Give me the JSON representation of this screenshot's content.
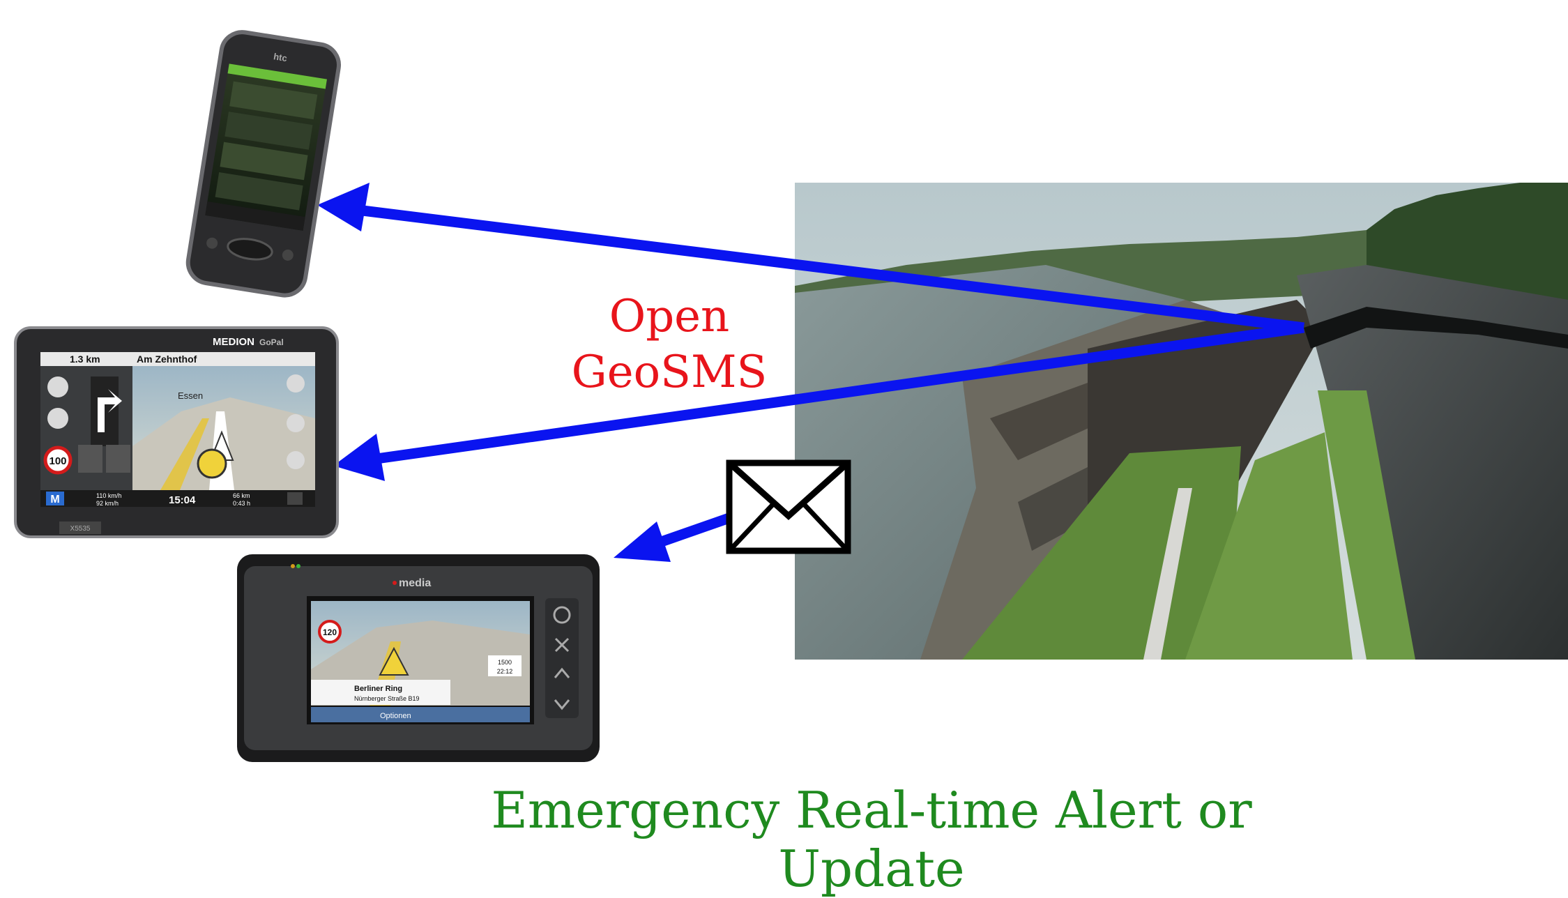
{
  "label_protocol_line1": "Open",
  "label_protocol_line2": "GeoSMS",
  "caption": "Emergency Real-time Alert or Update",
  "devices": {
    "phone": {
      "brand": "htc"
    },
    "nav1": {
      "brand": "MEDION",
      "brand_sub": "GoPal",
      "distance": "1.3 km",
      "street": "Am Zehnthof",
      "city": "Essen",
      "speed_limit": "100",
      "speed": "110 km/h",
      "avg_speed": "92 km/h",
      "time": "15:04",
      "remaining_dist": "66 km",
      "remaining_time": "0:43 h",
      "model": "X5535"
    },
    "nav2": {
      "brand": "media",
      "speed_limit": "120",
      "street1": "Berliner Ring",
      "street2": "Nürnberger Straße B19",
      "options": "Optionen",
      "dist": "1500",
      "time": "22:12"
    }
  },
  "colors": {
    "arrow": "#0a14f0",
    "label": "#e8141b",
    "caption": "#1f8a1f"
  },
  "icons": [
    "envelope-icon",
    "arrow-to-phone",
    "arrow-to-nav1",
    "arrow-to-nav2"
  ]
}
